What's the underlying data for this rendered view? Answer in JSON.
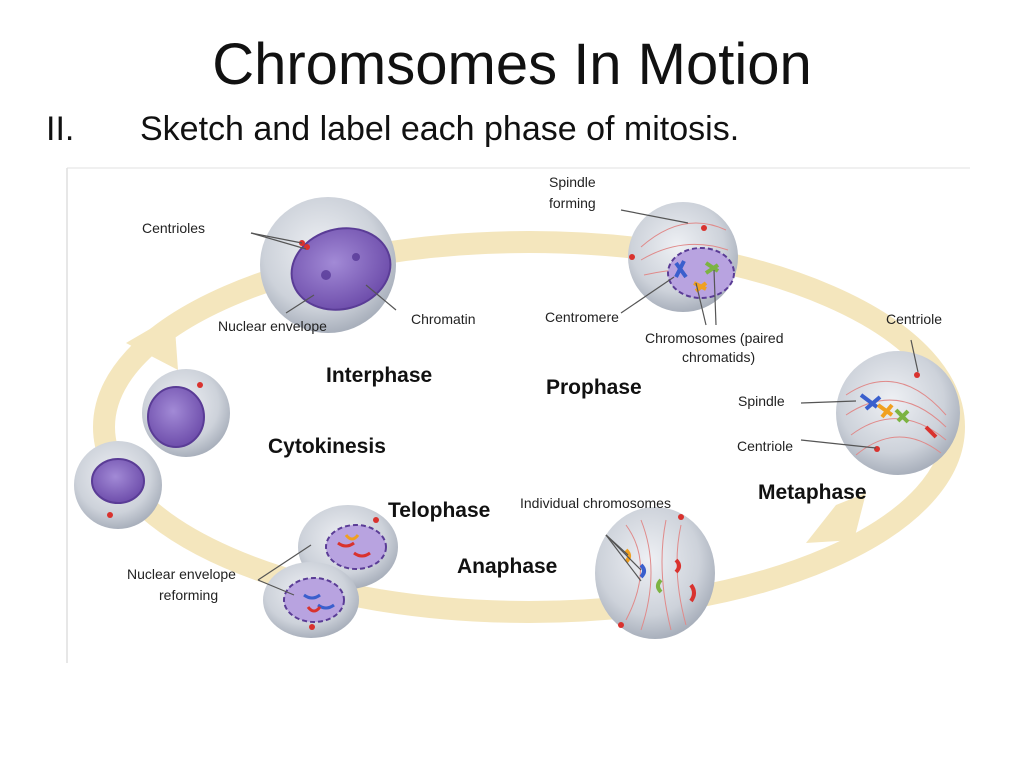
{
  "slide": {
    "title": "Chromsomes In Motion",
    "subtitle_number": "II.",
    "subtitle_text": "Sketch and label each phase of mitosis."
  },
  "phases": {
    "interphase": "Interphase",
    "prophase": "Prophase",
    "metaphase": "Metaphase",
    "anaphase": "Anaphase",
    "telophase": "Telophase",
    "cytokinesis": "Cytokinesis"
  },
  "labels": {
    "centrioles": "Centrioles",
    "spindle_forming_1": "Spindle",
    "spindle_forming_2": "forming",
    "nuclear_envelope": "Nuclear envelope",
    "chromatin": "Chromatin",
    "centromere": "Centromere",
    "chromosomes_paired_1": "Chromosomes (paired",
    "chromosomes_paired_2": "chromatids)",
    "centriole_top": "Centriole",
    "spindle": "Spindle",
    "centriole_bottom": "Centriole",
    "individual_chromosomes": "Individual chromosomes",
    "nuclear_envelope_reforming_1": "Nuclear envelope",
    "nuclear_envelope_reforming_2": "reforming"
  },
  "colors": {
    "cycle_arrow": "#f4e6bd",
    "cell": "#c9ced6",
    "nucleus": "#7b5bb8",
    "chromosome_red": "#d9322e",
    "chromosome_orange": "#f0a020",
    "chromosome_blue": "#3a5fcd",
    "chromosome_green": "#7cb342"
  }
}
